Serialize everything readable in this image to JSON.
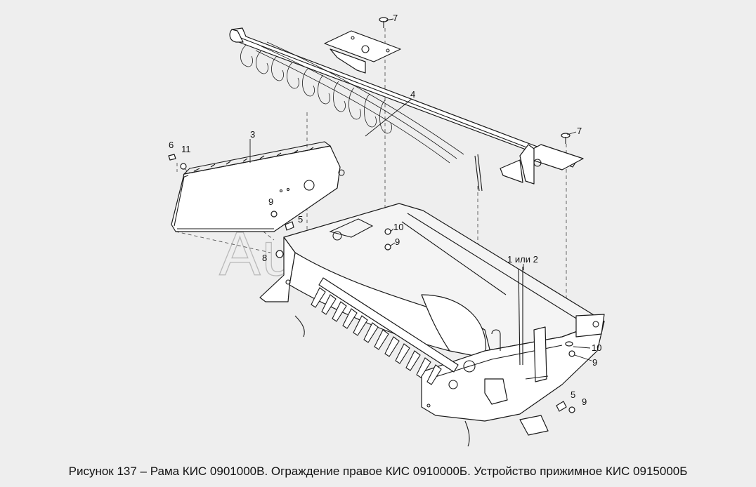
{
  "caption": "Рисунок 137 – Рама КИС 0901000В. Ограждение правое КИС 0910000Б. Устройство прижимное КИС 0915000Б",
  "watermark": "AutoSoft",
  "callouts": {
    "c1": "7",
    "c2": "4",
    "c3": "7",
    "c4": "3",
    "c5": "6",
    "c6": "11",
    "c7": "9",
    "c8": "5",
    "c9": "10",
    "c10": "9",
    "c11": "8",
    "c12": "1 или 2",
    "c13": "10",
    "c14": "9",
    "c15": "5",
    "c16": "9"
  }
}
